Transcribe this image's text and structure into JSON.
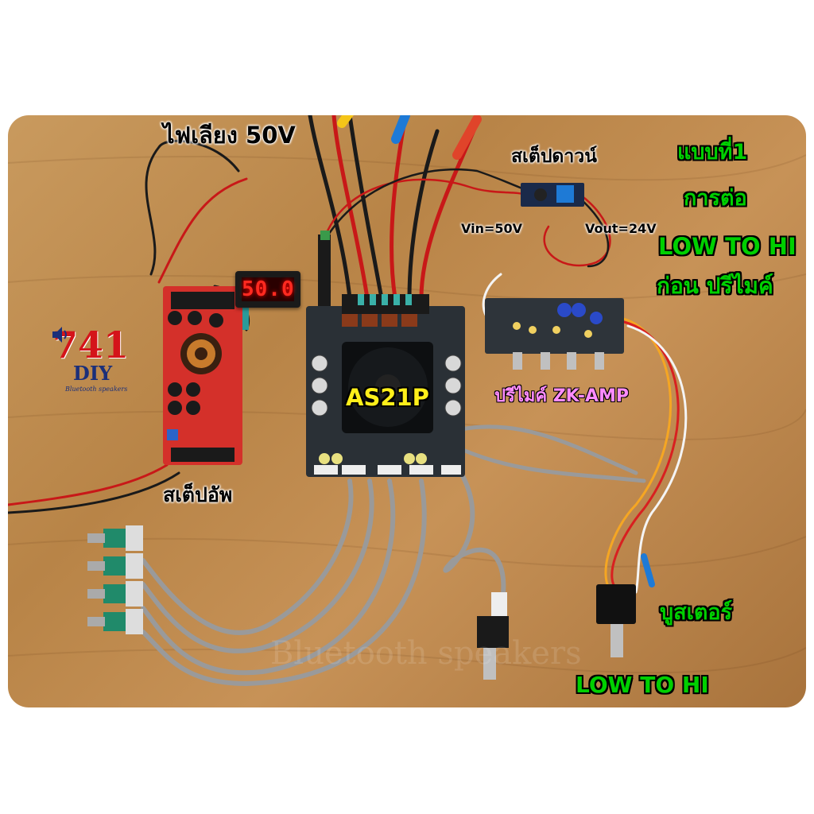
{
  "labels": {
    "power_title": "ไฟเลียง 50V",
    "meter_reading": "50.0",
    "step_down": "สเต็ปดาวน์",
    "vin": "Vin=50V",
    "vout": "Vout=24V",
    "type1": "แบบที่1",
    "connection": "การต่อ",
    "low_to_hi_top": "LOW TO HI",
    "before_preamp": "ก่อน ปรีไมค์",
    "board_name": "AS21P",
    "preamp_name": "ปรีไมค์  ZK-AMP",
    "step_up": "สเต็ปอัพ",
    "booster": "บูสเตอร์",
    "low_to_hi_bottom": "LOW TO HI"
  },
  "logo": {
    "number": "741",
    "name": "DIY",
    "tagline": "Bluetooth speakers"
  },
  "colors": {
    "label_green": "#00d000",
    "label_yellow": "#ffef1a",
    "label_pink": "#ff8cff",
    "logo_red": "#d4141a",
    "logo_blue": "#1b2f7a",
    "meter_red": "#ff2a20"
  }
}
